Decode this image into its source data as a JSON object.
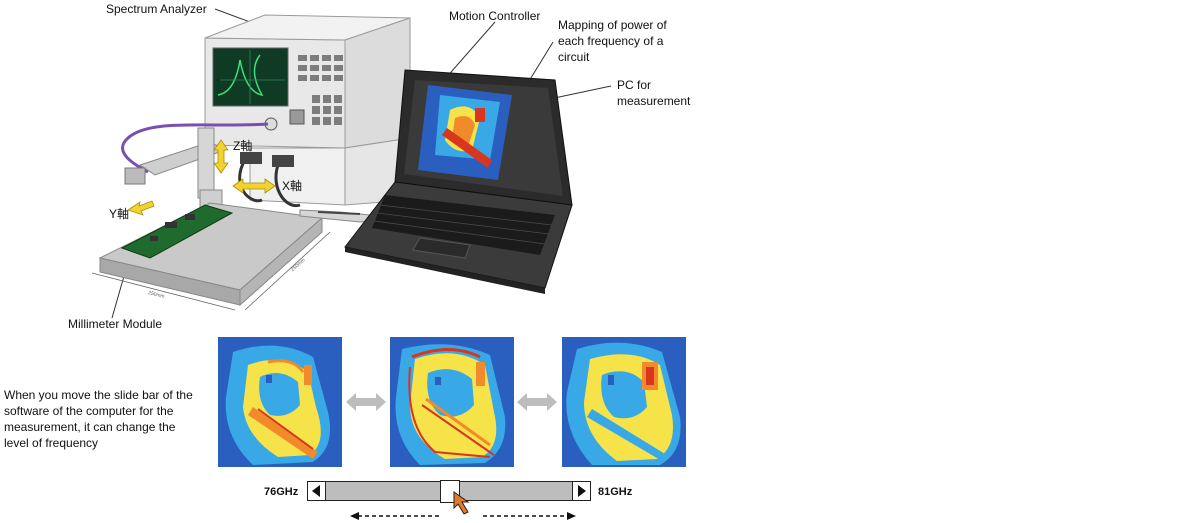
{
  "labels": {
    "spectrum_analyzer": "Spectrum Analyzer",
    "motion_controller": "Motion Controller",
    "mapping": "Mapping of power of each frequency of a circuit",
    "pc": "PC for measurement",
    "z_axis": "Z軸",
    "x_axis": "X軸",
    "y_axis": "Y軸",
    "dim_x": "250mm",
    "dim_y": "250mm",
    "millimeter_module": "Millimeter Module",
    "description": "When you move the slide bar of the software of the computer for the measurement, it can change the level of frequency"
  },
  "slider": {
    "min_label": "76GHz",
    "max_label": "81GHz",
    "position": 0.5
  },
  "colors": {
    "map_blue": "#2a5fbf",
    "map_cyan": "#39a8e6",
    "map_yellow": "#f6e34a",
    "map_orange": "#f08a2a",
    "map_red": "#d9351f",
    "arrow_yellow": "#f2d32e",
    "arrow_gray": "#bdbdbd",
    "cursor_orange": "#e47a27"
  }
}
